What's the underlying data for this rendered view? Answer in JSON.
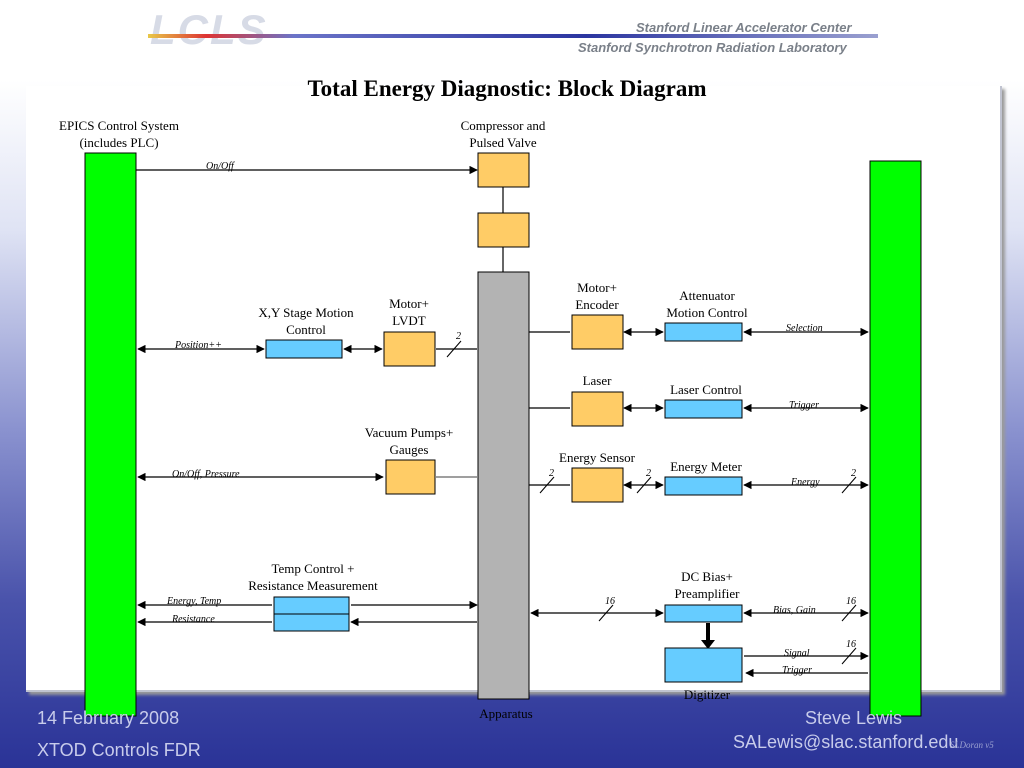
{
  "header": {
    "logo_text": "LCLS",
    "institution_1": "Stanford Linear Accelerator Center",
    "institution_2": "Stanford Synchrotron Radiation Laboratory"
  },
  "title": "Total Energy Diagnostic: Block Diagram",
  "diagram": {
    "epics": [
      "EPICS Control System",
      "(includes PLC)"
    ],
    "compressor": [
      "Compressor and",
      "Pulsed Valve"
    ],
    "xy_stage": [
      "X,Y Stage Motion",
      "Control"
    ],
    "motor_lvdt": [
      "Motor+",
      "LVDT"
    ],
    "motor_encoder": [
      "Motor+",
      "Encoder"
    ],
    "attenuator": [
      "Attenuator",
      "Motion Control"
    ],
    "laser": "Laser",
    "laser_control": "Laser Control",
    "vacuum": [
      "Vacuum Pumps+",
      "Gauges"
    ],
    "energy_sensor": "Energy Sensor",
    "energy_meter": "Energy Meter",
    "temp_control": [
      "Temp Control +",
      "Resistance Measurement"
    ],
    "dc_bias": [
      "DC Bias+",
      "Preamplifier"
    ],
    "digitizer": "Digitizer",
    "apparatus": "Apparatus",
    "signals": {
      "on_off": "On/Off",
      "position": "Position++",
      "selection": "Selection",
      "trigger": "Trigger",
      "on_off_pressure": "On/Off, Pressure",
      "energy": "Energy",
      "energy_temp": "Energy, Temp",
      "resistance": "Resistance",
      "bias_gain": "Bias, Gain",
      "signal": "Signal",
      "trigger2": "Trigger"
    },
    "bus_counts": {
      "two": "2",
      "sixteen": "16"
    },
    "colors": {
      "control_bar": "#00ff00",
      "orange_box": "#ffcc66",
      "blue_box": "#66ccff",
      "apparatus": "#b3b3b3"
    }
  },
  "footer": {
    "date": "14 February 2008",
    "event": "XTOD  Controls FDR",
    "author": "Steve Lewis",
    "email": "SALewis@slac.stanford.edu",
    "doc_ref": "SLDoran v5"
  }
}
